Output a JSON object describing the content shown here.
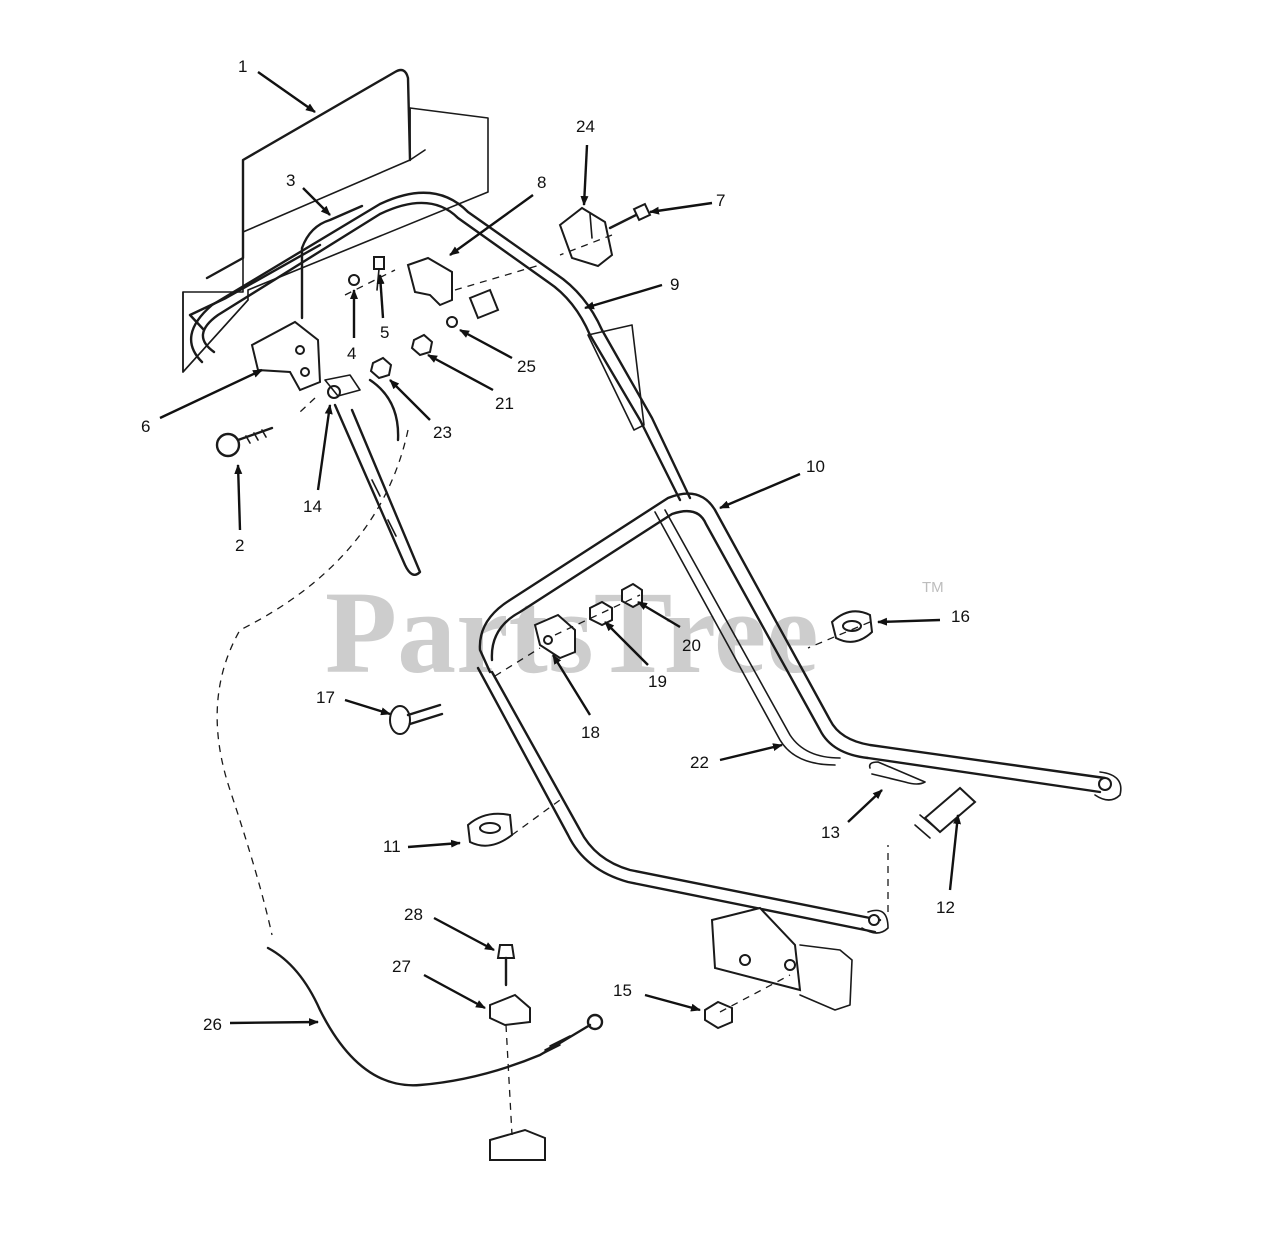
{
  "watermark": {
    "text": "PartsTree",
    "trademark": "TM"
  },
  "callouts": [
    "1",
    "2",
    "3",
    "4",
    "5",
    "6",
    "7",
    "8",
    "9",
    "10",
    "11",
    "12",
    "13",
    "14",
    "15",
    "16",
    "17",
    "18",
    "19",
    "20",
    "21",
    "22",
    "23",
    "24",
    "25",
    "26",
    "27",
    "28"
  ],
  "colors": {
    "line": "#1a1a1a",
    "watermark": "#bdbdbd",
    "background": "#ffffff"
  }
}
